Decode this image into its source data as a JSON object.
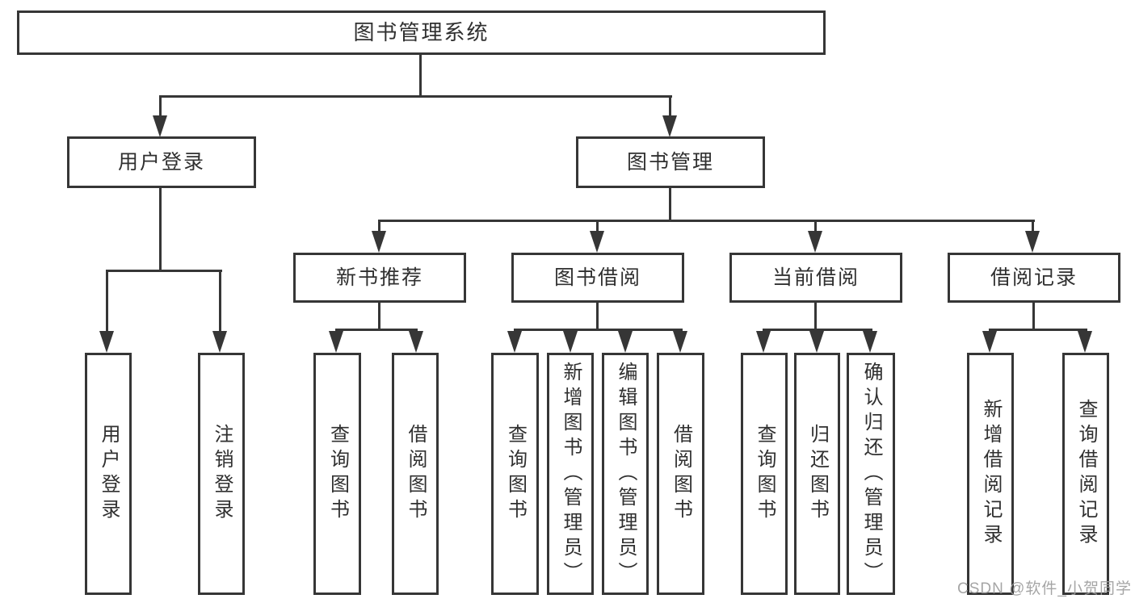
{
  "colors": {
    "line": "#363636",
    "text": "#303030",
    "background": "#ffffff",
    "watermark": "#9e9e9e"
  },
  "watermark": {
    "text": "CSDN @软件_小贺同学"
  },
  "tree": {
    "root": {
      "label": "图书管理系统",
      "children": [
        {
          "label": "用户登录",
          "children": [
            {
              "label": "用户登录"
            },
            {
              "label": "注销登录"
            }
          ]
        },
        {
          "label": "图书管理",
          "children": [
            {
              "label": "新书推荐",
              "children": [
                {
                  "label": "查询图书"
                },
                {
                  "label": "借阅图书"
                }
              ]
            },
            {
              "label": "图书借阅",
              "children": [
                {
                  "label": "查询图书"
                },
                {
                  "label": "新增图书（管理员）"
                },
                {
                  "label": "编辑图书（管理员）"
                },
                {
                  "label": "借阅图书"
                }
              ]
            },
            {
              "label": "当前借阅",
              "children": [
                {
                  "label": "查询图书"
                },
                {
                  "label": "归还图书"
                },
                {
                  "label": "确认归还（管理员）"
                }
              ]
            },
            {
              "label": "借阅记录",
              "children": [
                {
                  "label": "新增借阅记录"
                },
                {
                  "label": "查询借阅记录"
                }
              ]
            }
          ]
        }
      ]
    }
  }
}
